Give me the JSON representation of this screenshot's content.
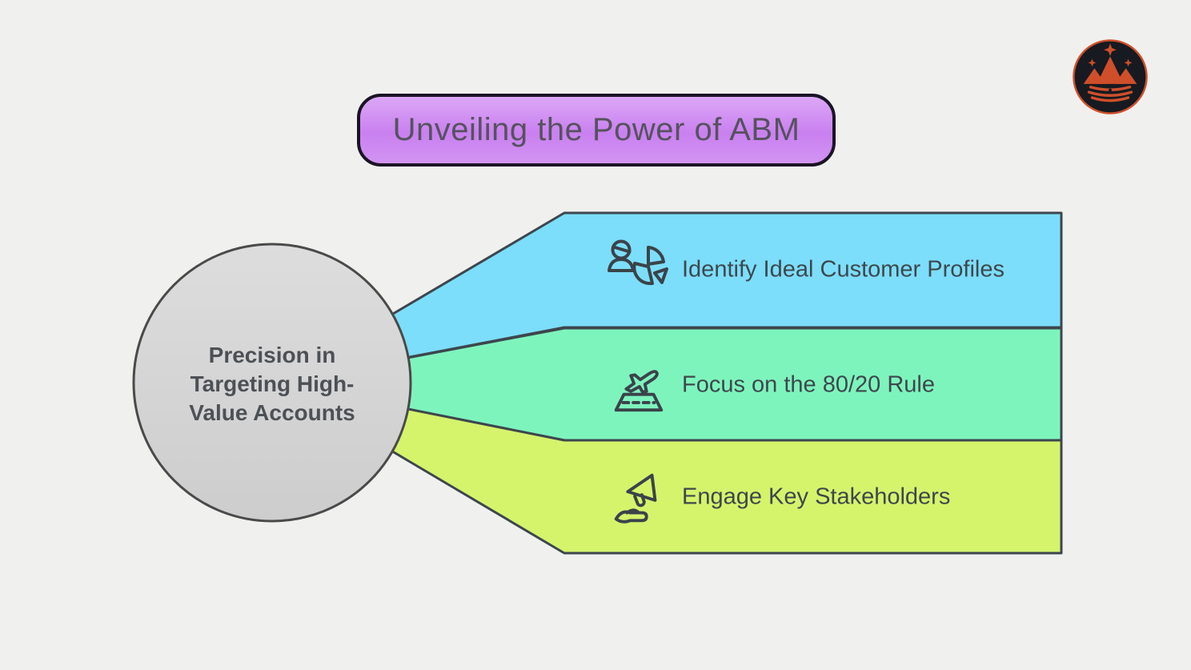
{
  "canvas": {
    "background": "#f0f0ee",
    "outline_color": "#3d464d"
  },
  "title": {
    "text": "Unveiling the Power of ABM",
    "fill_top": "#dca7f6",
    "fill_bottom": "#c980f0",
    "border_color": "#1a1424",
    "text_color": "#56525e"
  },
  "logo": {
    "name": "mountain-crown-badge",
    "bg_color": "#171a20",
    "ring_color": "#cf4f2b",
    "art_color": "#cf4f2b"
  },
  "hub": {
    "lines": [
      "Precision in",
      "Targeting High-",
      "Value Accounts"
    ],
    "fill": "#d5d5d5",
    "border_color": "#4a4a4a",
    "text_color": "#4d5156"
  },
  "bands": [
    {
      "label": "Identify Ideal Customer Profiles",
      "color": "#7cdefb",
      "icon": "person-pie-chart-icon"
    },
    {
      "label": "Focus on the 80/20 Rule",
      "color": "#7ef4bd",
      "icon": "plane-takeoff-icon"
    },
    {
      "label": "Engage Key Stakeholders",
      "color": "#d5f46c",
      "icon": "megaphone-hand-icon"
    }
  ]
}
